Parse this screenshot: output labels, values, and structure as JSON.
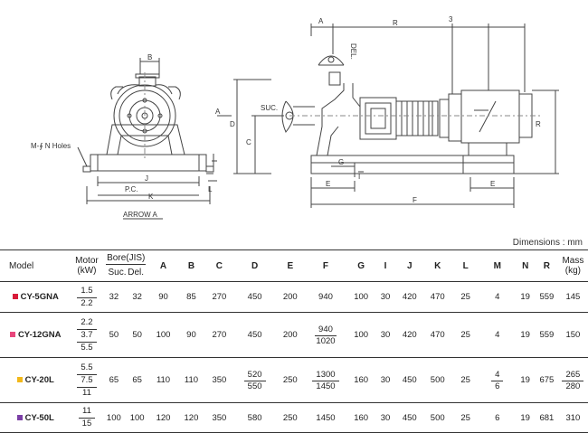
{
  "drawing": {
    "labels": {
      "mn_holes": "M-∮ N Holes",
      "arrow_a": "ARROW A",
      "suc": "SUC.",
      "del": "DEL.",
      "pc": "P.C.",
      "a": "A",
      "b": "B",
      "c": "C",
      "d": "D",
      "e": "E",
      "f": "F",
      "g": "G",
      "i": "I",
      "j": "J",
      "k": "K",
      "l": "L",
      "r": "R",
      "three": "3"
    }
  },
  "dimensions_note": "Dimensions : mm",
  "table": {
    "headers": {
      "model": "Model",
      "motor_line1": "Motor",
      "motor_line2": "(kW)",
      "bore": "Bore(JIS)",
      "suc": "Suc.",
      "del": "Del.",
      "cols": [
        "A",
        "B",
        "C",
        "D",
        "E",
        "F",
        "G",
        "I",
        "J",
        "K",
        "L",
        "M",
        "N",
        "R"
      ],
      "mass_line1": "Mass",
      "mass_line2": "(kg)"
    },
    "rows": [
      {
        "model": "CY-5GNA",
        "color": "#d81b3a",
        "motor": [
          "1.5",
          "2.2"
        ],
        "suc": "32",
        "del": "32",
        "A": "90",
        "B": "85",
        "C": "270",
        "D": [
          "450"
        ],
        "E": "200",
        "F": [
          "940"
        ],
        "G": "100",
        "I": "30",
        "J": "420",
        "K": "470",
        "L": "25",
        "M": [
          "4"
        ],
        "N": "19",
        "R": "559",
        "mass": [
          "145"
        ]
      },
      {
        "model": "CY-12GNA",
        "color": "#e8467c",
        "motor": [
          "2.2",
          "3.7",
          "5.5"
        ],
        "suc": "50",
        "del": "50",
        "A": "100",
        "B": "90",
        "C": "270",
        "D": [
          "450"
        ],
        "E": "200",
        "F": [
          "940",
          "1020"
        ],
        "G": "100",
        "I": "30",
        "J": "420",
        "K": "470",
        "L": "25",
        "M": [
          "4"
        ],
        "N": "19",
        "R": "559",
        "mass": [
          "150"
        ]
      },
      {
        "model": "CY-20L",
        "color": "#f2b81a",
        "motor": [
          "5.5",
          "7.5",
          "11"
        ],
        "suc": "65",
        "del": "65",
        "A": "110",
        "B": "110",
        "C": "350",
        "D": [
          "520",
          "550"
        ],
        "E": "250",
        "F": [
          "1300",
          "1450"
        ],
        "G": "160",
        "I": "30",
        "J": "450",
        "K": "500",
        "L": "25",
        "M": [
          "4",
          "6"
        ],
        "N": "19",
        "R": "675",
        "mass": [
          "265",
          "280"
        ]
      },
      {
        "model": "CY-50L",
        "color": "#7b3fa6",
        "motor": [
          "11",
          "15"
        ],
        "suc": "100",
        "del": "100",
        "A": "120",
        "B": "120",
        "C": "350",
        "D": [
          "580"
        ],
        "E": "250",
        "F": [
          "1450"
        ],
        "G": "160",
        "I": "30",
        "J": "450",
        "K": "500",
        "L": "25",
        "M": [
          "6"
        ],
        "N": "19",
        "R": "681",
        "mass": [
          "310"
        ]
      }
    ]
  }
}
